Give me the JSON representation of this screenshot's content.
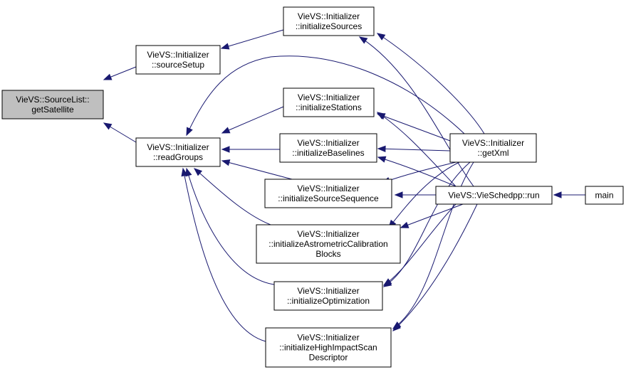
{
  "nodes": {
    "getSatellite": [
      "VieVS::SourceList::",
      "getSatellite"
    ],
    "sourceSetup": [
      "VieVS::Initializer",
      "::sourceSetup"
    ],
    "readGroups": [
      "VieVS::Initializer",
      "::readGroups"
    ],
    "initializeSources": [
      "VieVS::Initializer",
      "::initializeSources"
    ],
    "initializeStations": [
      "VieVS::Initializer",
      "::initializeStations"
    ],
    "initializeBaselines": [
      "VieVS::Initializer",
      "::initializeBaselines"
    ],
    "initializeSourceSequence": [
      "VieVS::Initializer",
      "::initializeSourceSequence"
    ],
    "initializeAstrometricCalibrationBlocks": [
      "VieVS::Initializer",
      "::initializeAstrometricCalibration",
      "Blocks"
    ],
    "initializeOptimization": [
      "VieVS::Initializer",
      "::initializeOptimization"
    ],
    "initializeHighImpactScanDescriptor": [
      "VieVS::Initializer",
      "::initializeHighImpactScan",
      "Descriptor"
    ],
    "getXml": [
      "VieVS::Initializer",
      "::getXml"
    ],
    "run": [
      "VieVS::VieSchedpp::run"
    ],
    "main": [
      "main"
    ]
  },
  "focus_node": "getSatellite",
  "edges": [
    {
      "from": "sourceSetup",
      "to": "getSatellite"
    },
    {
      "from": "readGroups",
      "to": "getSatellite"
    },
    {
      "from": "initializeSources",
      "to": "sourceSetup"
    },
    {
      "from": "getXml",
      "to": "initializeSources"
    },
    {
      "from": "run",
      "to": "initializeSources"
    },
    {
      "from": "initializeStations",
      "to": "readGroups"
    },
    {
      "from": "initializeBaselines",
      "to": "readGroups"
    },
    {
      "from": "initializeSourceSequence",
      "to": "readGroups"
    },
    {
      "from": "initializeAstrometricCalibrationBlocks",
      "to": "readGroups"
    },
    {
      "from": "initializeOptimization",
      "to": "readGroups"
    },
    {
      "from": "initializeHighImpactScanDescriptor",
      "to": "readGroups"
    },
    {
      "from": "getXml",
      "to": "readGroups"
    },
    {
      "from": "getXml",
      "to": "initializeStations"
    },
    {
      "from": "run",
      "to": "initializeStations"
    },
    {
      "from": "getXml",
      "to": "initializeBaselines"
    },
    {
      "from": "run",
      "to": "initializeBaselines"
    },
    {
      "from": "getXml",
      "to": "initializeSourceSequence"
    },
    {
      "from": "run",
      "to": "initializeSourceSequence"
    },
    {
      "from": "getXml",
      "to": "initializeAstrometricCalibrationBlocks"
    },
    {
      "from": "run",
      "to": "initializeAstrometricCalibrationBlocks"
    },
    {
      "from": "getXml",
      "to": "initializeOptimization"
    },
    {
      "from": "run",
      "to": "initializeOptimization"
    },
    {
      "from": "getXml",
      "to": "initializeHighImpactScanDescriptor"
    },
    {
      "from": "run",
      "to": "initializeHighImpactScanDescriptor"
    },
    {
      "from": "main",
      "to": "run"
    }
  ],
  "colors": {
    "edge": "#191970",
    "focus_fill": "#bfbfbf",
    "node_fill": "#ffffff",
    "node_border": "#000000"
  }
}
